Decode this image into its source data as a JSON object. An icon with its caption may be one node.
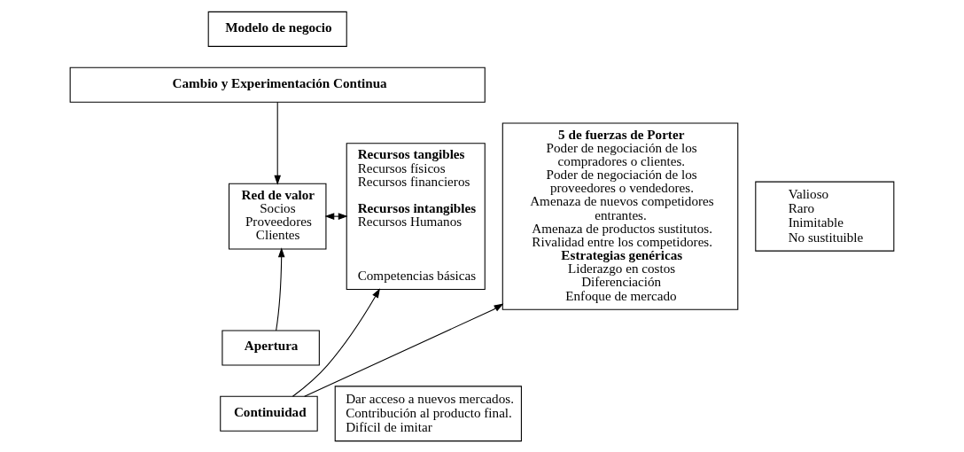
{
  "diagram": {
    "nodes": [
      {
        "text": [
          "Modelo de negocio"
        ]
      },
      {
        "text": [
          "Cambio y Experimentación Continua"
        ]
      },
      {
        "text": [
          "5 de fuerzas de Porter",
          "Poder de negociación de los compradores o clientes.",
          "Poder de negociación de los proveedores o vendedores.",
          "Amenaza de nuevos competidores entrantes.",
          "Amenaza de productos sustitutos.",
          "Rivalidad entre los competidores.",
          "Estrategias genéricas",
          "Liderazgo en costos",
          "Diferenciación",
          "Enfoque de mercado"
        ]
      },
      {
        "text": [
          "Red de valor",
          "Socios",
          "Proveedores",
          "Clientes"
        ]
      },
      {
        "text": [
          "Apertura"
        ]
      },
      {
        "text": [
          "Continuidad"
        ]
      },
      {
        "text": [
          "Recursos tangibles",
          "Recursos físicos",
          "Recursos financieros",
          "Recursos intangibles",
          "Recursos Humanos",
          "Competencias básicas"
        ]
      },
      {
        "text": [
          "Valioso",
          "Raro",
          "Inimitable",
          "No sustituible"
        ]
      },
      {
        "text": [
          "Dar acceso a nuevos mercados.",
          "Contribución al producto final.",
          "Difícil de imitar"
        ]
      }
    ],
    "edges": [
      {
        "from": 1,
        "to": 3,
        "arrow": "to"
      },
      {
        "from": 4,
        "to": 3,
        "arrow": "to"
      },
      {
        "from": 3,
        "to": 6,
        "arrow": "both"
      },
      {
        "from": 5,
        "to": 2,
        "arrow": "to"
      },
      {
        "from": 5,
        "to": 6,
        "arrow": "to"
      }
    ]
  }
}
